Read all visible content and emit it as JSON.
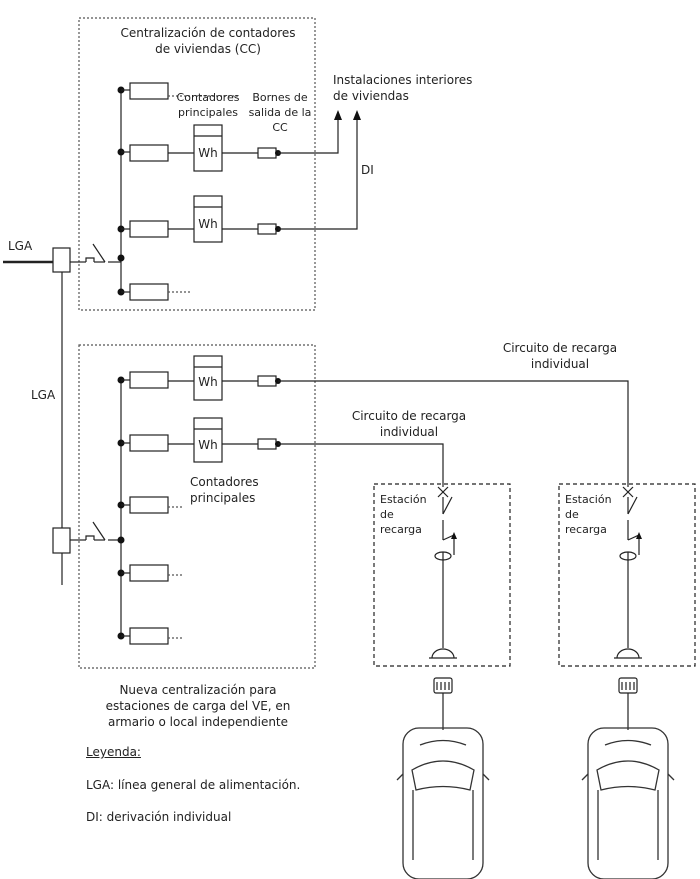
{
  "labels": {
    "cc_title": [
      "Centralización de contadores",
      "de viviendas (CC)"
    ],
    "interiores": [
      "Instalaciones interiores",
      "de viviendas"
    ],
    "contadores_principales_top": [
      "Contadores",
      "principales"
    ],
    "bornes": [
      "Bornes de",
      "salida de la",
      "CC"
    ],
    "di": "DI",
    "lga_top": "LGA",
    "lga_mid": "LGA",
    "wh": "Wh",
    "circuito_right": [
      "Circuito de recarga",
      "individual"
    ],
    "circuito_mid": [
      "Circuito de recarga",
      "individual"
    ],
    "contadores_principales_bottom": [
      "Contadores",
      "principales"
    ],
    "estacion": [
      "Estación",
      "de",
      "recarga"
    ],
    "nueva": [
      "Nueva centralización para",
      "estaciones de carga del VE, en",
      "armario o local independiente"
    ]
  },
  "legend": {
    "title": "Leyenda:",
    "items": [
      "LGA: línea general de alimentación.",
      "DI: derivación individual"
    ]
  }
}
